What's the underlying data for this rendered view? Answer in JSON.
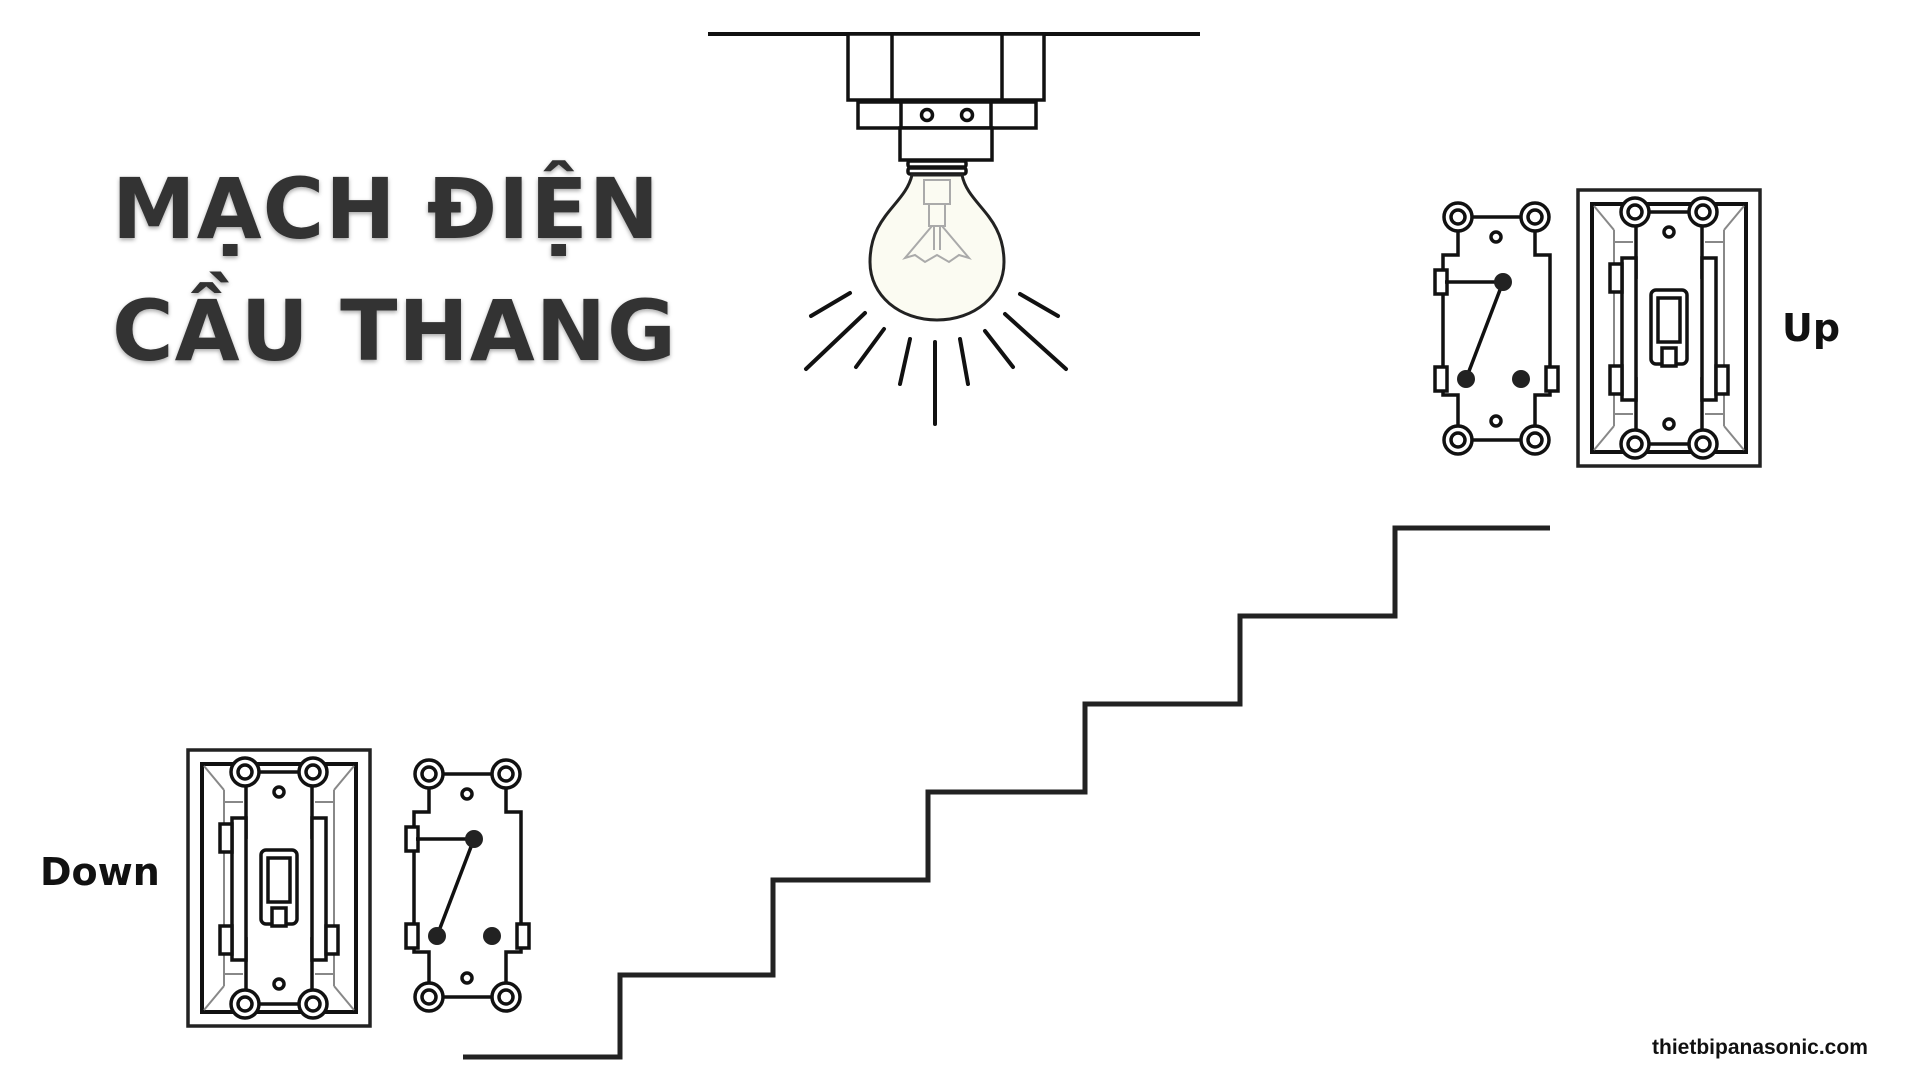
{
  "title": {
    "line1": "MẠCH ĐIỆN",
    "line2": "CẦU THANG"
  },
  "labels": {
    "up": "Up",
    "down": "Down"
  },
  "watermark": "thietbipanasonic.com",
  "colors": {
    "title": "#333333",
    "line": "#111111",
    "bulb_fill": "#fbfbf2",
    "filament": "#aaaaaa",
    "background": "#ffffff"
  },
  "diagram": {
    "components": [
      {
        "id": "ceiling-lamp",
        "type": "light-bulb",
        "state": "on"
      },
      {
        "id": "switch-up",
        "type": "two-way-switch",
        "position": "top of stairs"
      },
      {
        "id": "switch-down",
        "type": "two-way-switch",
        "position": "bottom of stairs"
      },
      {
        "id": "staircase",
        "type": "stairs",
        "steps": 7
      }
    ]
  }
}
